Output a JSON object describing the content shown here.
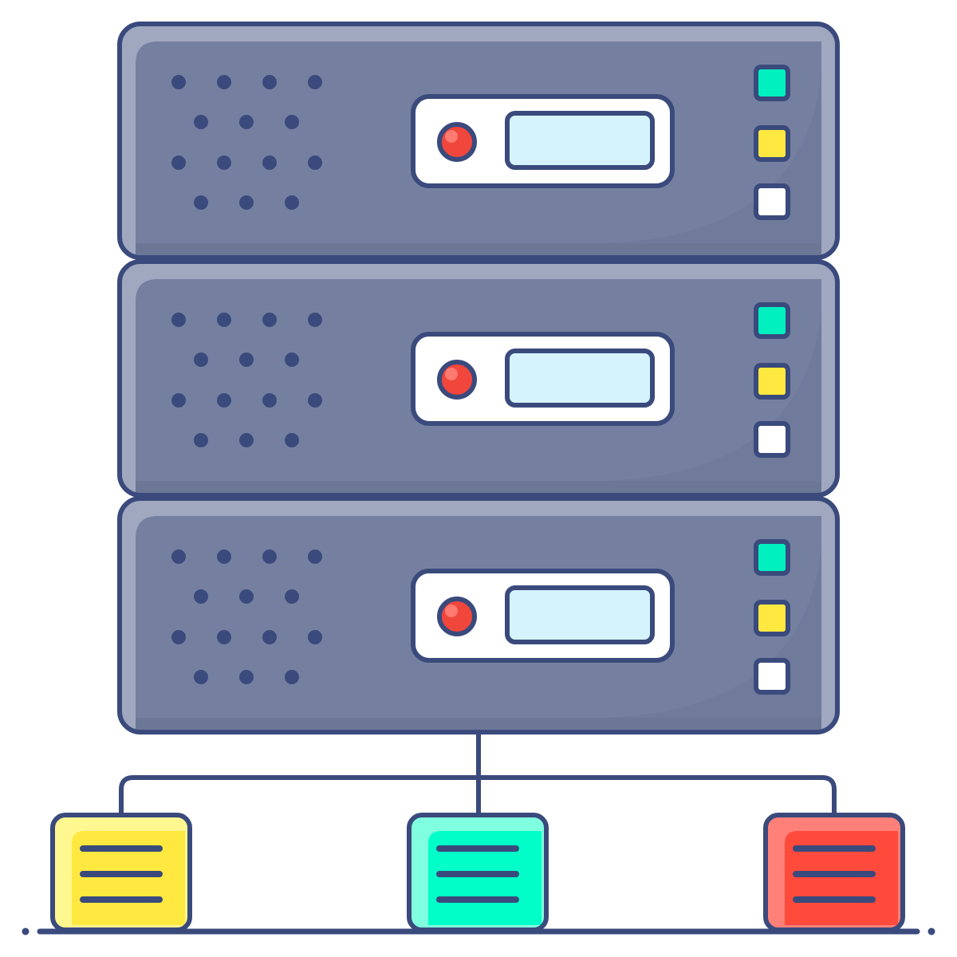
{
  "illustration": {
    "subject": "server-rack-network",
    "server_units": 3,
    "network_nodes": 3
  },
  "colors": {
    "outline": "#3a4a7c",
    "chassis": "#7580a0",
    "chassis_light": "#a0a8c0",
    "chassis_dark": "#6c7796",
    "panel": "#ffffff",
    "screen": "#d5f3fc",
    "power_button": "#f0463c",
    "power_button_light": "#ff7a70",
    "led_colors": [
      "#00f0c0",
      "#ffe840",
      "#ffffff"
    ],
    "node_colors": [
      "#ffe840",
      "#00ffc8",
      "#ff4a3c"
    ],
    "node_light_colors": [
      "#fff890",
      "#80ffe0",
      "#ff8078"
    ]
  }
}
